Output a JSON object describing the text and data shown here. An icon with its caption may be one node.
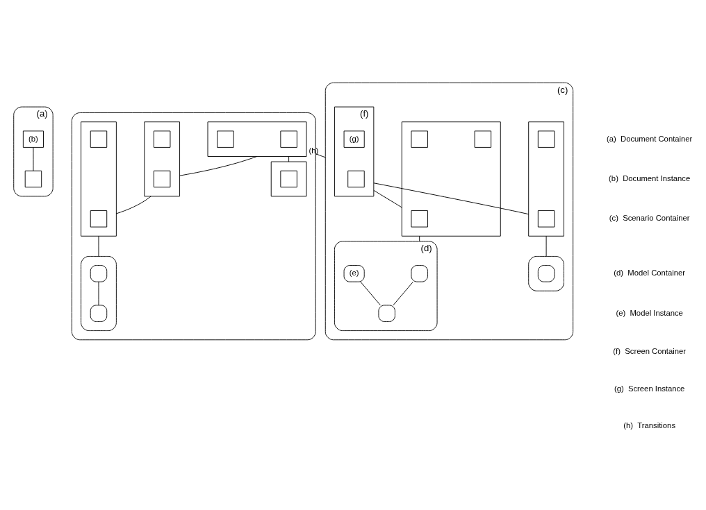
{
  "diagram": {
    "nodes": [
      {
        "text": [
          "(a)"
        ]
      },
      {
        "text": [
          "(b)"
        ],
        "in": 0
      },
      {
        "text": [],
        "shape": "box",
        "in": 0
      },
      {
        "text": [],
        "shape": "box"
      },
      {
        "text": [],
        "shape": "box",
        "in": 3
      },
      {
        "text": [],
        "shape": "box",
        "in": 4
      },
      {
        "text": [],
        "shape": "box",
        "in": 4
      },
      {
        "text": [],
        "shape": "box",
        "in": 3
      },
      {
        "text": [],
        "shape": "box",
        "in": 7
      },
      {
        "text": [],
        "shape": "box",
        "in": 7
      },
      {
        "text": [],
        "shape": "box",
        "in": 3
      },
      {
        "text": [],
        "shape": "box",
        "in": 10
      },
      {
        "text": [],
        "shape": "box",
        "in": 10
      },
      {
        "text": [],
        "shape": "box",
        "in": 3
      },
      {
        "text": [],
        "shape": "box",
        "in": 13
      },
      {
        "text": [],
        "shape": "box",
        "in": 3
      },
      {
        "text": [],
        "shape": "box",
        "in": 15
      },
      {
        "text": [],
        "shape": "box",
        "in": 15
      },
      {
        "text": [
          "(c)"
        ]
      },
      {
        "text": [
          "(f)"
        ],
        "in": 18
      },
      {
        "text": [],
        "shape": "box",
        "in": 19
      },
      {
        "text": [
          "(g)"
        ],
        "in": 19
      },
      {
        "text": [],
        "shape": "box",
        "in": 18
      },
      {
        "text": [],
        "shape": "box",
        "in": 22
      },
      {
        "text": [],
        "shape": "box",
        "in": 22
      },
      {
        "text": [],
        "shape": "box",
        "in": 18
      },
      {
        "text": [],
        "shape": "box",
        "in": 25
      },
      {
        "text": [],
        "shape": "box",
        "in": 18
      },
      {
        "text": [],
        "shape": "box",
        "in": 27
      },
      {
        "text": [],
        "shape": "box",
        "in": 27
      },
      {
        "text": [],
        "shape": "box",
        "in": 27
      },
      {
        "text": [
          "(d)"
        ],
        "in": 18
      },
      {
        "text": [],
        "shape": "box",
        "in": 31
      },
      {
        "text": [
          "(e)"
        ],
        "in": 31
      },
      {
        "text": [],
        "shape": "box",
        "in": 31
      }
    ],
    "edges": [
      {
        "from": 1,
        "to": 2,
        "arrow": "none"
      },
      {
        "from": 4,
        "to": 7,
        "arrow": "none"
      },
      {
        "from": 7,
        "to": 10,
        "arrow": "none"
      },
      {
        "from": 4,
        "to": 13,
        "arrow": "none"
      },
      {
        "from": 10,
        "to": 15,
        "arrow": "none"
      },
      {
        "from": 16,
        "to": 17,
        "arrow": "none"
      },
      {
        "from": 3,
        "to": 18,
        "arrow": "none",
        "label": "(h)"
      },
      {
        "from": 19,
        "to": 22,
        "arrow": "none"
      },
      {
        "from": 22,
        "to": 25,
        "arrow": "none"
      },
      {
        "from": 19,
        "to": 27,
        "arrow": "none"
      },
      {
        "from": 27,
        "to": 31,
        "arrow": "none"
      },
      {
        "from": 32,
        "to": 34,
        "arrow": "none"
      },
      {
        "from": 33,
        "to": 34,
        "arrow": "none"
      }
    ],
    "labels": [
      "(a)  Document Container",
      "(b)  Document Instance",
      "(c)  Scenario Container",
      "(d)  Model Container",
      "(e)  Model Instance",
      "(f)  Screen Container",
      "(g)  Screen Instance",
      "(h)  Transitions"
    ]
  }
}
